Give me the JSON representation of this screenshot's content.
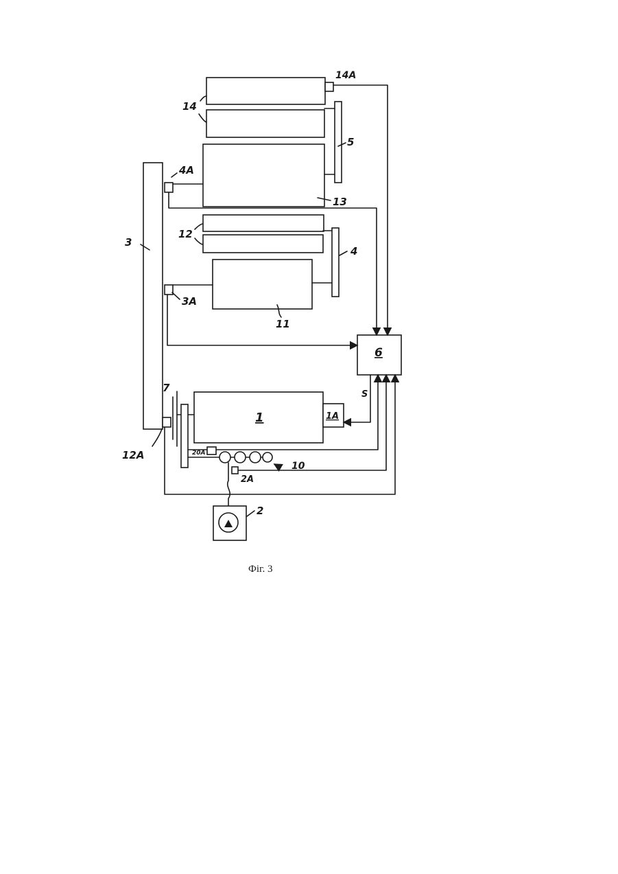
{
  "labels": {
    "l14A": "14A",
    "l14": "14",
    "l5": "5",
    "l4A": "4A",
    "l13": "13",
    "l3": "3",
    "l12": "12",
    "l4": "4",
    "l3A": "3A",
    "l11": "11",
    "l6": "6",
    "l7": "7",
    "l1": "1",
    "l1A": "1A",
    "lS": "S",
    "l12A": "12A",
    "l20A": "20A",
    "l10": "10",
    "l2A": "2A",
    "l2": "2"
  },
  "caption": "Фіг. 3"
}
